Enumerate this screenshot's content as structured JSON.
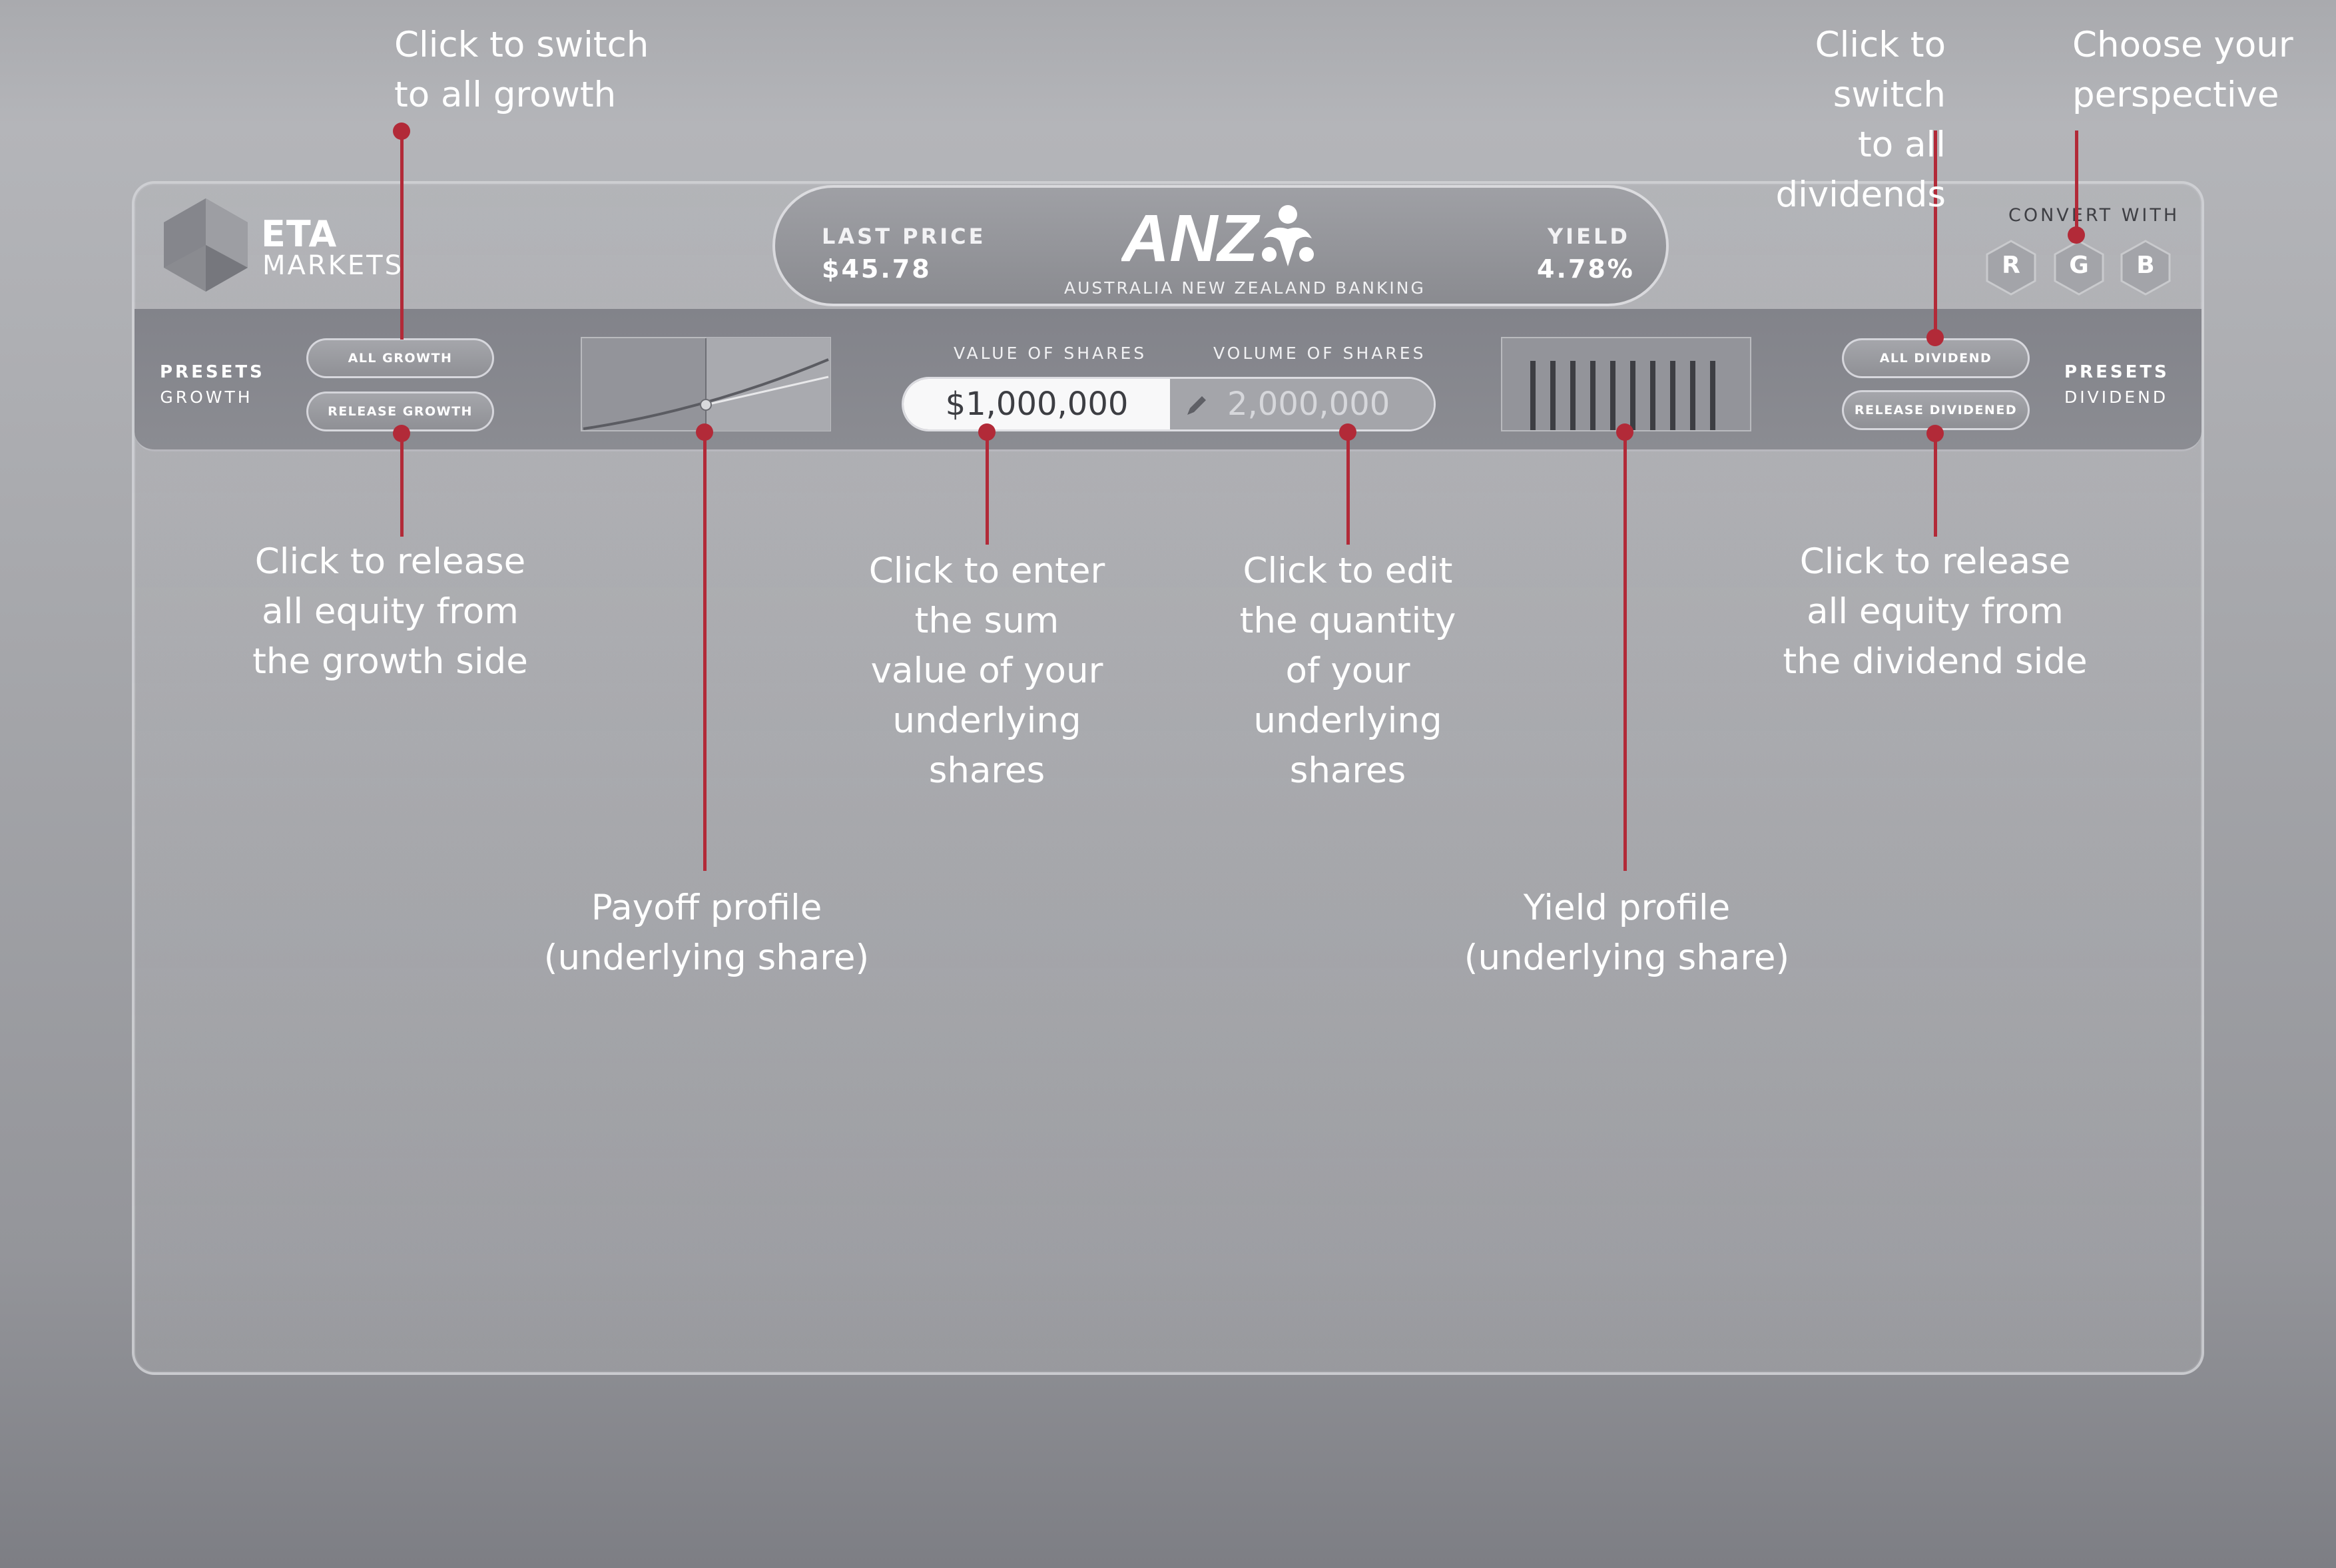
{
  "logo": {
    "line1": "ETA",
    "line2": "MARKETS"
  },
  "quote": {
    "last_price_label": "LAST PRICE",
    "last_price_value": "$45.78",
    "brand": "ANZ",
    "brand_subtitle": "AUSTRALIA NEW ZEALAND BANKING",
    "yield_label": "YIELD",
    "yield_value": "4.78%"
  },
  "convert": {
    "label": "CONVERT WITH",
    "options": [
      "R",
      "G",
      "B"
    ]
  },
  "growth": {
    "presets_label": "PRESETS",
    "presets_sub": "GROWTH",
    "all_button": "ALL GROWTH",
    "release_button": "RELEASE GROWTH"
  },
  "dividend": {
    "presets_label": "PRESETS",
    "presets_sub": "DIVIDEND",
    "all_button": "ALL DIVIDEND",
    "release_button": "RELEASE DIVIDENED"
  },
  "shares": {
    "value_label": "VALUE OF SHARES",
    "value": "$1,000,000",
    "volume_label": "VOLUME OF SHARES",
    "volume": "2,000,000"
  },
  "callouts": {
    "switch_growth": "Click to switch\nto all growth",
    "switch_dividends": "Click to switch\nto all dividends",
    "perspective": "Choose your\nperspective",
    "release_growth": "Click to release\nall equity from\nthe growth side",
    "enter_sum": "Click to enter\nthe sum\nvalue of your\nunderlying\nshares",
    "edit_quantity": "Click to edit\nthe quantity\nof your\nunderlying\nshares",
    "release_dividend": "Click to release\nall equity from\nthe dividend side",
    "payoff": "Payoff profile\n(underlying share)",
    "yield": "Yield  profile\n(underlying share)"
  },
  "colors": {
    "accent": "#b22a38",
    "panel": "#8a8b90",
    "text": "#ffffff"
  }
}
